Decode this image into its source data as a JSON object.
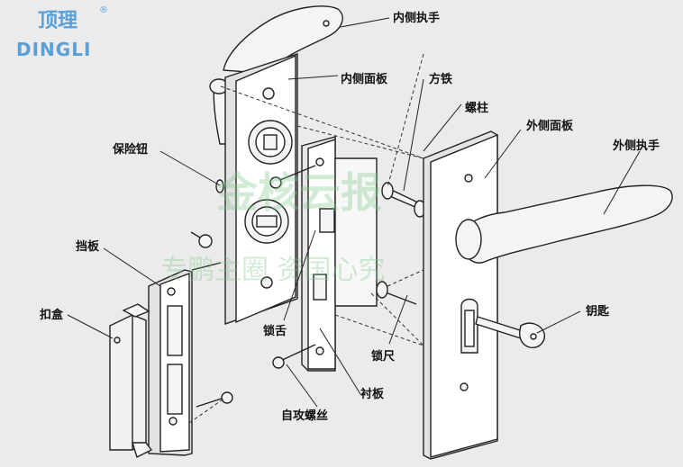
{
  "logo": {
    "chinese": "顶理",
    "english": "DINGLI",
    "registered": "®"
  },
  "watermark": {
    "line1": "金核云报",
    "line2": "专鹏主圈  资国心究"
  },
  "labels": {
    "inner_handle": "内侧执手",
    "inner_panel": "内侧面板",
    "square_iron": "方铁",
    "screw_post": "螺柱",
    "outer_panel": "外侧面板",
    "outer_handle": "外侧执手",
    "safety_knob": "保险钮",
    "baffle": "挡板",
    "strike_box": "扣盒",
    "lock_tongue": "锁舌",
    "lock_ruler": "锁尺",
    "key": "钥匙",
    "lining_plate": "衬板",
    "tapping_screw": "自攻螺丝"
  }
}
